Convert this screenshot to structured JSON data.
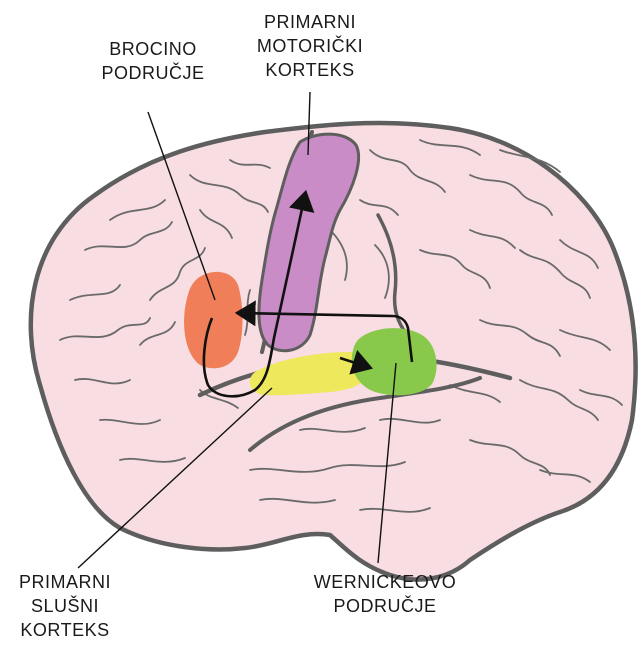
{
  "labels": {
    "broca": {
      "line1": "BROCINO",
      "line2": "PODRUČJE"
    },
    "motor": {
      "line1": "PRIMARNI",
      "line2": "MOTORIČKI",
      "line3": "KORTEKS"
    },
    "auditory": {
      "line1": "PRIMARNI",
      "line2": "SLUŠNI",
      "line3": "KORTEKS"
    },
    "wernicke": {
      "line1": "WERNICKEOVO",
      "line2": "PODRUČJE"
    }
  },
  "colors": {
    "brain_fill": "#f8dde3",
    "outline": "#5e5e5e",
    "sulcus": "#6a6a6a",
    "broca": "#f07e58",
    "motor": "#c98cc6",
    "auditory": "#eee85c",
    "wernicke": "#88c94c",
    "pathway": "#111111"
  }
}
